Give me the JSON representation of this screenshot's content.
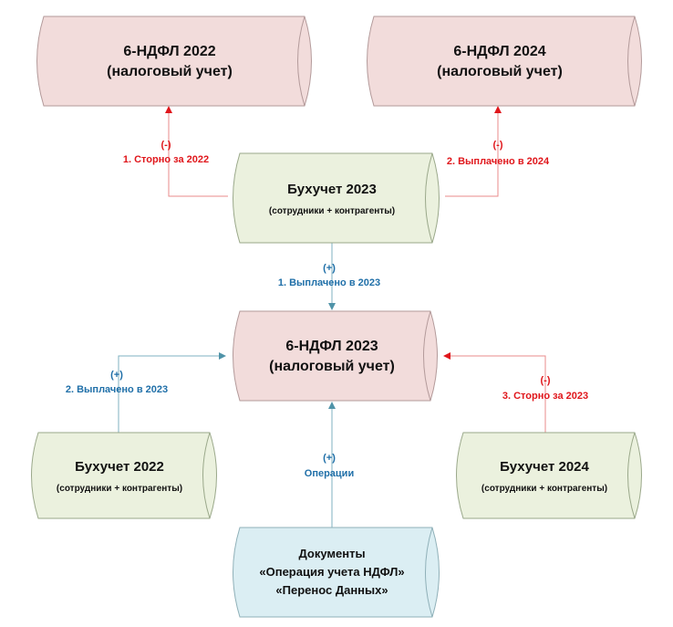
{
  "colors": {
    "ndfl_fill": "#f2dcdb",
    "ndfl_stroke": "#b39a9a",
    "buh_fill": "#ebf1de",
    "buh_stroke": "#9aa88a",
    "doc_fill": "#dbeef3",
    "doc_stroke": "#8fb0b8",
    "red": "#e0161b",
    "blue": "#1f6fa8",
    "teal": "#4f93a8"
  },
  "nodes": {
    "ndfl2022": {
      "line1": "6-НДФЛ 2022",
      "line2": "(налоговый учет)"
    },
    "ndfl2024": {
      "line1": "6-НДФЛ 2024",
      "line2": "(налоговый учет)"
    },
    "buh2023": {
      "title": "Бухучет 2023",
      "subtitle": "(сотрудники + контрагенты)"
    },
    "ndfl2023": {
      "line1": "6-НДФЛ 2023",
      "line2": "(налоговый учет)"
    },
    "buh2022": {
      "title": "Бухучет 2022",
      "subtitle": "(сотрудники + контрагенты)"
    },
    "buh2024": {
      "title": "Бухучет 2024",
      "subtitle": "(сотрудники + контрагенты)"
    },
    "docs": {
      "line1": "Документы",
      "line2": "«Операция учета НДФЛ»",
      "line3": "«Перенос Данных»"
    }
  },
  "edges": {
    "to2022": {
      "sign": "(-)",
      "label": "1. Сторно за 2022"
    },
    "to2024": {
      "sign": "(-)",
      "label": "2. Выплачено в 2024"
    },
    "buh2023_to_ndfl2023": {
      "sign": "(+)",
      "label": "1. Выплачено в 2023"
    },
    "buh2022_to_ndfl2023": {
      "sign": "(+)",
      "label": "2. Выплачено в 2023"
    },
    "buh2024_to_ndfl2023": {
      "sign": "(-)",
      "label": "3. Сторно за 2023"
    },
    "docs_to_ndfl2023": {
      "sign": "(+)",
      "label": "Операции"
    }
  }
}
